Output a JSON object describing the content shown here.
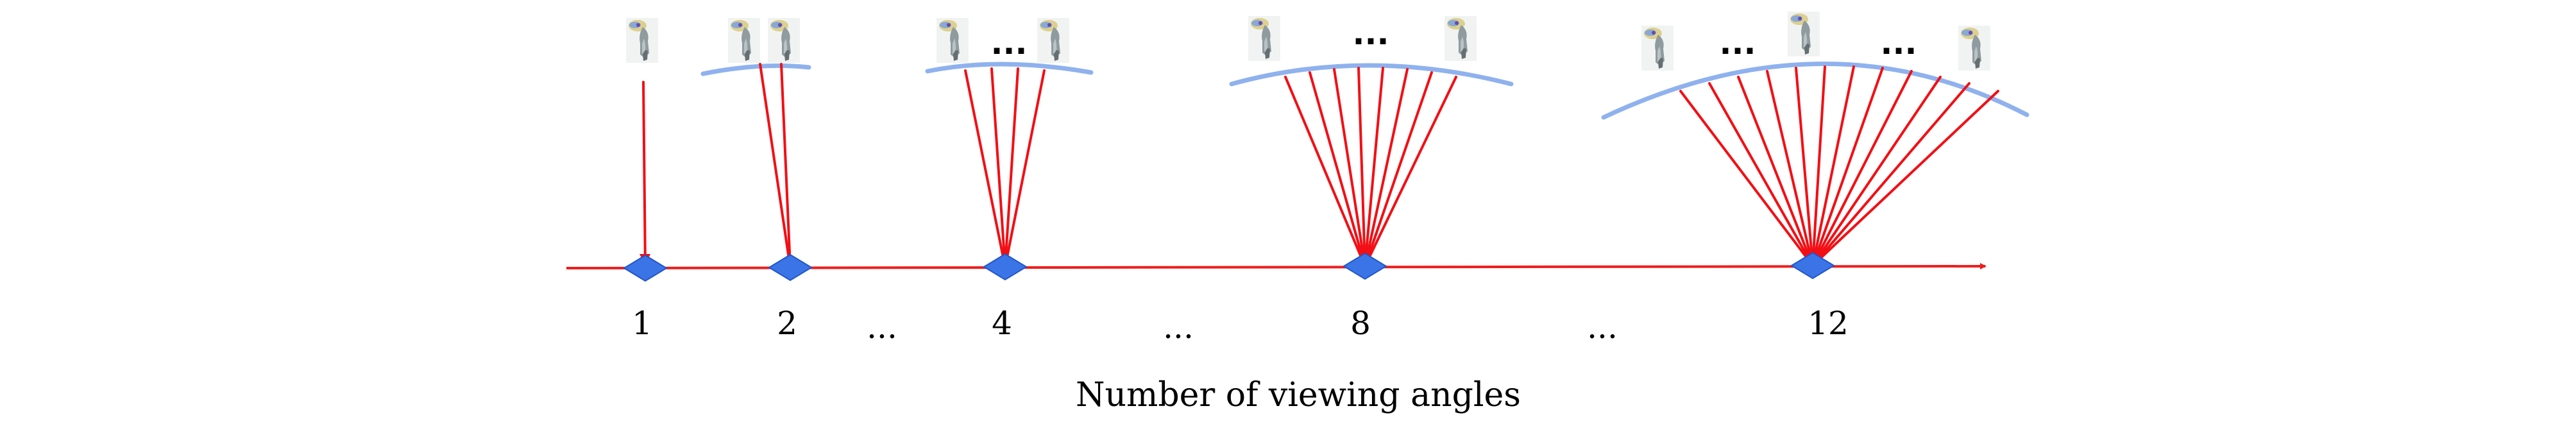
{
  "axis": {
    "title": "Number of viewing angles",
    "ticks": [
      "1",
      "2",
      "...",
      "4",
      "...",
      "8",
      "...",
      "12"
    ]
  },
  "groups": [
    {
      "label": "1",
      "views": 1
    },
    {
      "label": "2",
      "views": 2
    },
    {
      "label": "4",
      "views": 4
    },
    {
      "label": "8",
      "views": 8
    },
    {
      "label": "12",
      "views": 12
    }
  ],
  "ellipsis": "...",
  "colors": {
    "ray": "#f20f15",
    "arc": "#8fb2ee",
    "marker": "#3a74e6",
    "marker_edge": "#2356c9",
    "axis": "#ef1d1d"
  },
  "icon": "eye-tracker-camera-icon"
}
